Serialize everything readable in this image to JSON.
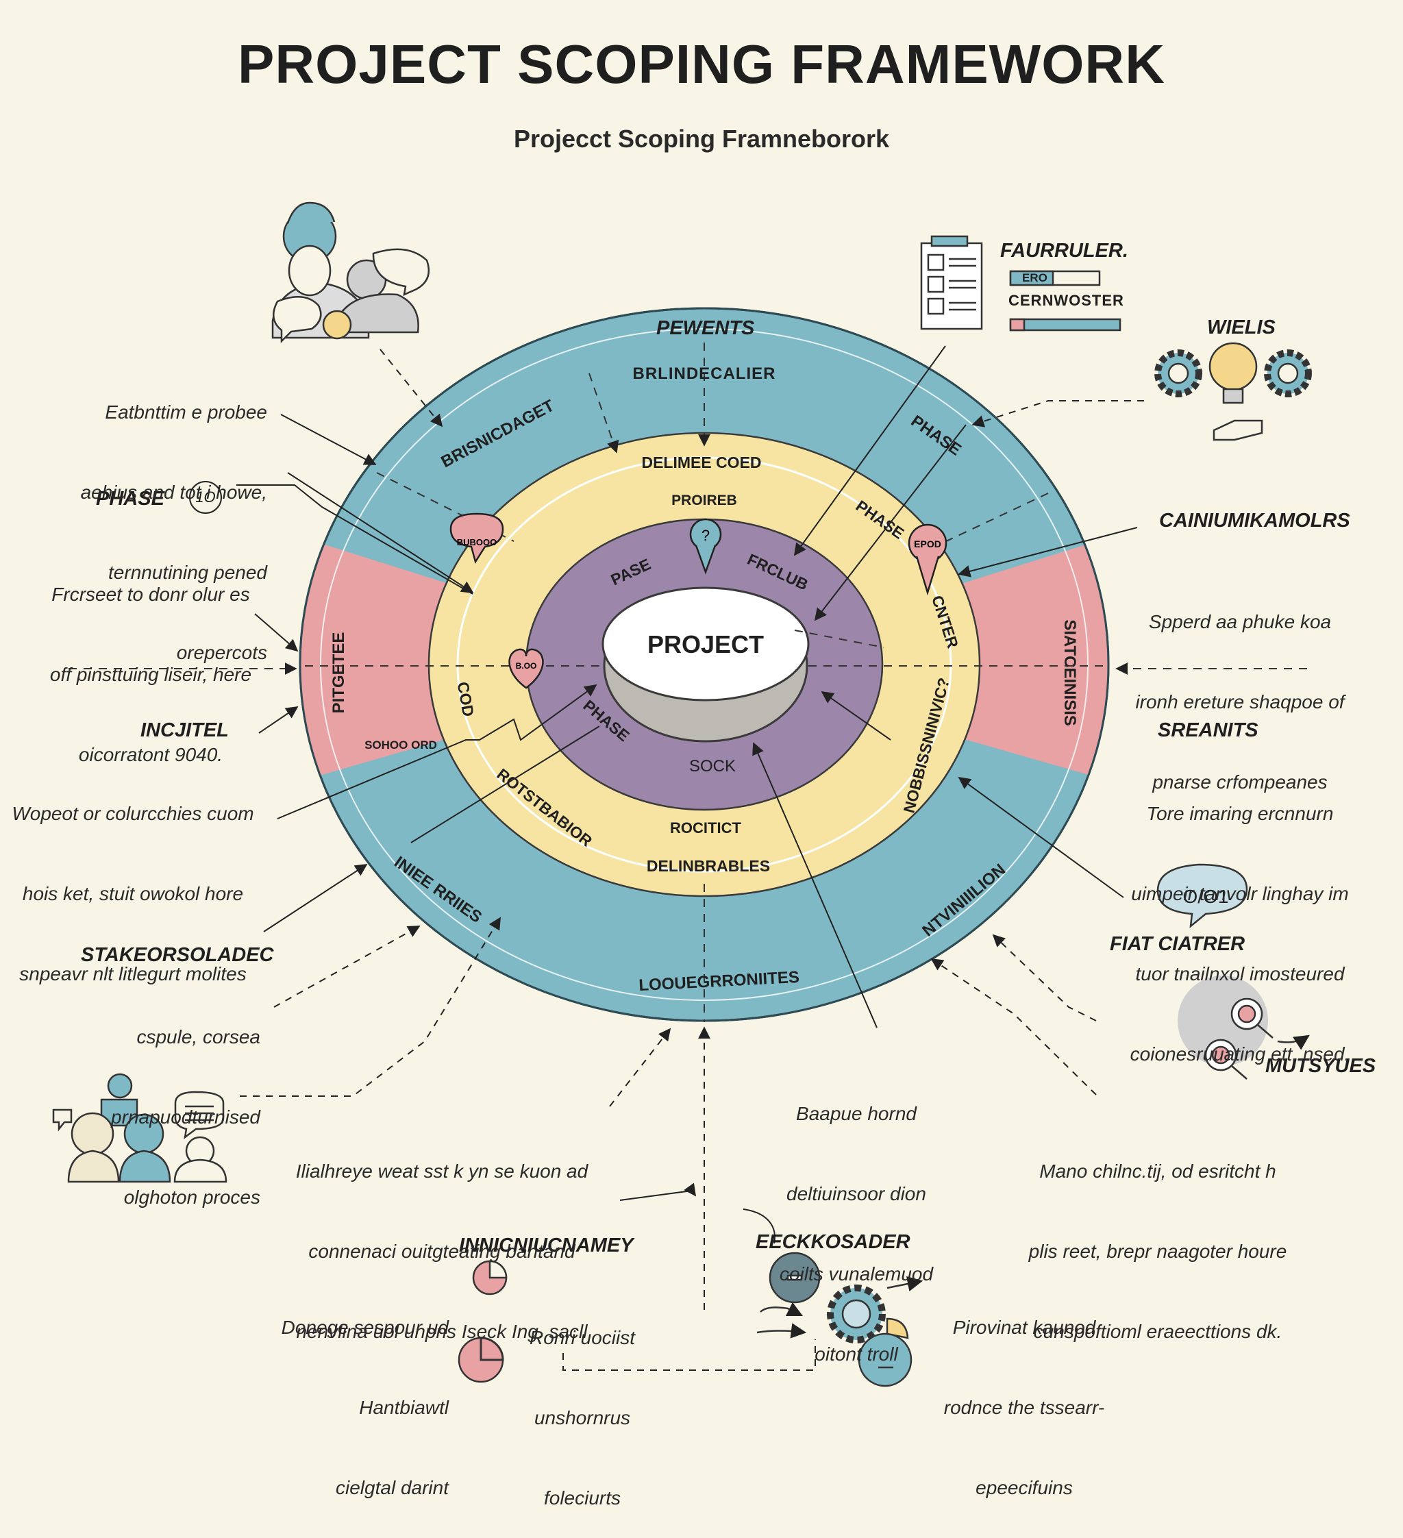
{
  "header": {
    "title": "PROJECT SCOPING FRAMEWORK",
    "subtitle": "Projecct Scoping Framneborork"
  },
  "rings": {
    "outer": {
      "top": "BRLINDECALIER",
      "top_left": "BRISNICDAGET",
      "top_right": "PHASE",
      "left": "PITGETEE",
      "right": "SIATCEINISIS",
      "bottom_left": "INIEE RRIIES",
      "bottom": "LOOUEGRRONIITES",
      "bottom_right": "NTVINIIILION"
    },
    "middle": {
      "top": "DELIMEE COED",
      "top_inner": "PROIREB",
      "top_right": "PHASE",
      "right_upper": "CNTER",
      "right_lower": "NOBBISSNINIVIC?",
      "left": "COD",
      "left_tag": "SOHOO ORD",
      "bottom_left": "ROTSTBABIOR",
      "bottom_inner": "ROCITICT",
      "bottom": "DELINBRABLES"
    },
    "inner": {
      "top_left": "PASE",
      "top_right": "FRCLUB",
      "bottom_left": "PHASE",
      "bottom": "SOCK"
    },
    "core": "PROJECT"
  },
  "pins": {
    "pin_left": "BUBOOO",
    "pin_top": "?",
    "pin_right": "EPOD",
    "heart": "B.OO"
  },
  "annotations": {
    "top_center_label": "PEWENTS",
    "top_left_text": [
      "Eatbnttim e probee",
      "aehius and tot i howe,",
      "ternnutining pened",
      "orepercots"
    ],
    "phase_label": "PHASE",
    "phase_badge": "1O",
    "phase_text": [
      "Frcrseet to donr olur es",
      "off pinsttuing liseir, here",
      "oicorratont 9040."
    ],
    "incjitel_label": "INCJITEL",
    "incjitel_text": [
      "Wopeot or colurcchies cuom",
      "hois ket, stuit owokol hore",
      "snpeavr nlt litlegurt molites"
    ],
    "stakeholder_label": "STAKEORSOLADEC",
    "stakeholder_text": [
      "cspule, corsea",
      "prnapuodturnised",
      "olghoton proces"
    ],
    "bottom_left_text": [
      "Ilialhreye weat sst k yn se kuon ad",
      "connenaci ouitgteating bantand",
      "nenvlina uol unpns Iseck Ing. sacll"
    ],
    "inmc_label": "INNICNIUCNAMEY",
    "inmc_text_left": [
      "Donege sespour ud",
      "Hantbiawtl",
      "cielgtal darint"
    ],
    "inmc_text_right": [
      "Ronri uociist",
      "unshornrus",
      "foleciurts"
    ],
    "eeck_label": "EECKKOSADER",
    "eeck_text": [
      "Pirovinat kaunod",
      "rodnce the tssearr-",
      "epeecifuins"
    ],
    "bottom_center_text": [
      "Baapue hornd",
      "deltiuinsoor dion",
      "coilts vunalemuod",
      "oitont troll"
    ],
    "bottom_right_text": [
      "Mano chilnc.tij, od esritcht h",
      "plis reet, brepr naagoter houre",
      "cunspoftioml eraeecttions dk."
    ],
    "faurruler_label": "FAURRULER.",
    "faurruler_field": "ERO",
    "faurruler_sub": "CERNWOSTER",
    "wielis_label": "WIELIS",
    "comm_label": "CAINIUMIKAMOLRS",
    "comm_text": [
      "Spperd aa phuke koa",
      "ironh ereture shaqpoe of",
      "pnarse crfompeanes"
    ],
    "sreanits_label": "SREANITS",
    "sreanits_text": [
      "Tore imaring ercnnurn",
      "uimpeir tanvolr linghay im",
      "tuor tnailnxol imosteured",
      "coionesruuating ett. nsed."
    ],
    "fiat_label": "FIAT CIATRER",
    "fiat_bubble": "O/O1",
    "mutsyues_label": "MUTSYUES"
  },
  "colors": {
    "background": "#f8f5e6",
    "teal": "#7fb9c6",
    "pink": "#e9a2a4",
    "yellow": "#f7e4a2",
    "purple": "#9c87ab",
    "core_gray": "#c9c7c1"
  }
}
